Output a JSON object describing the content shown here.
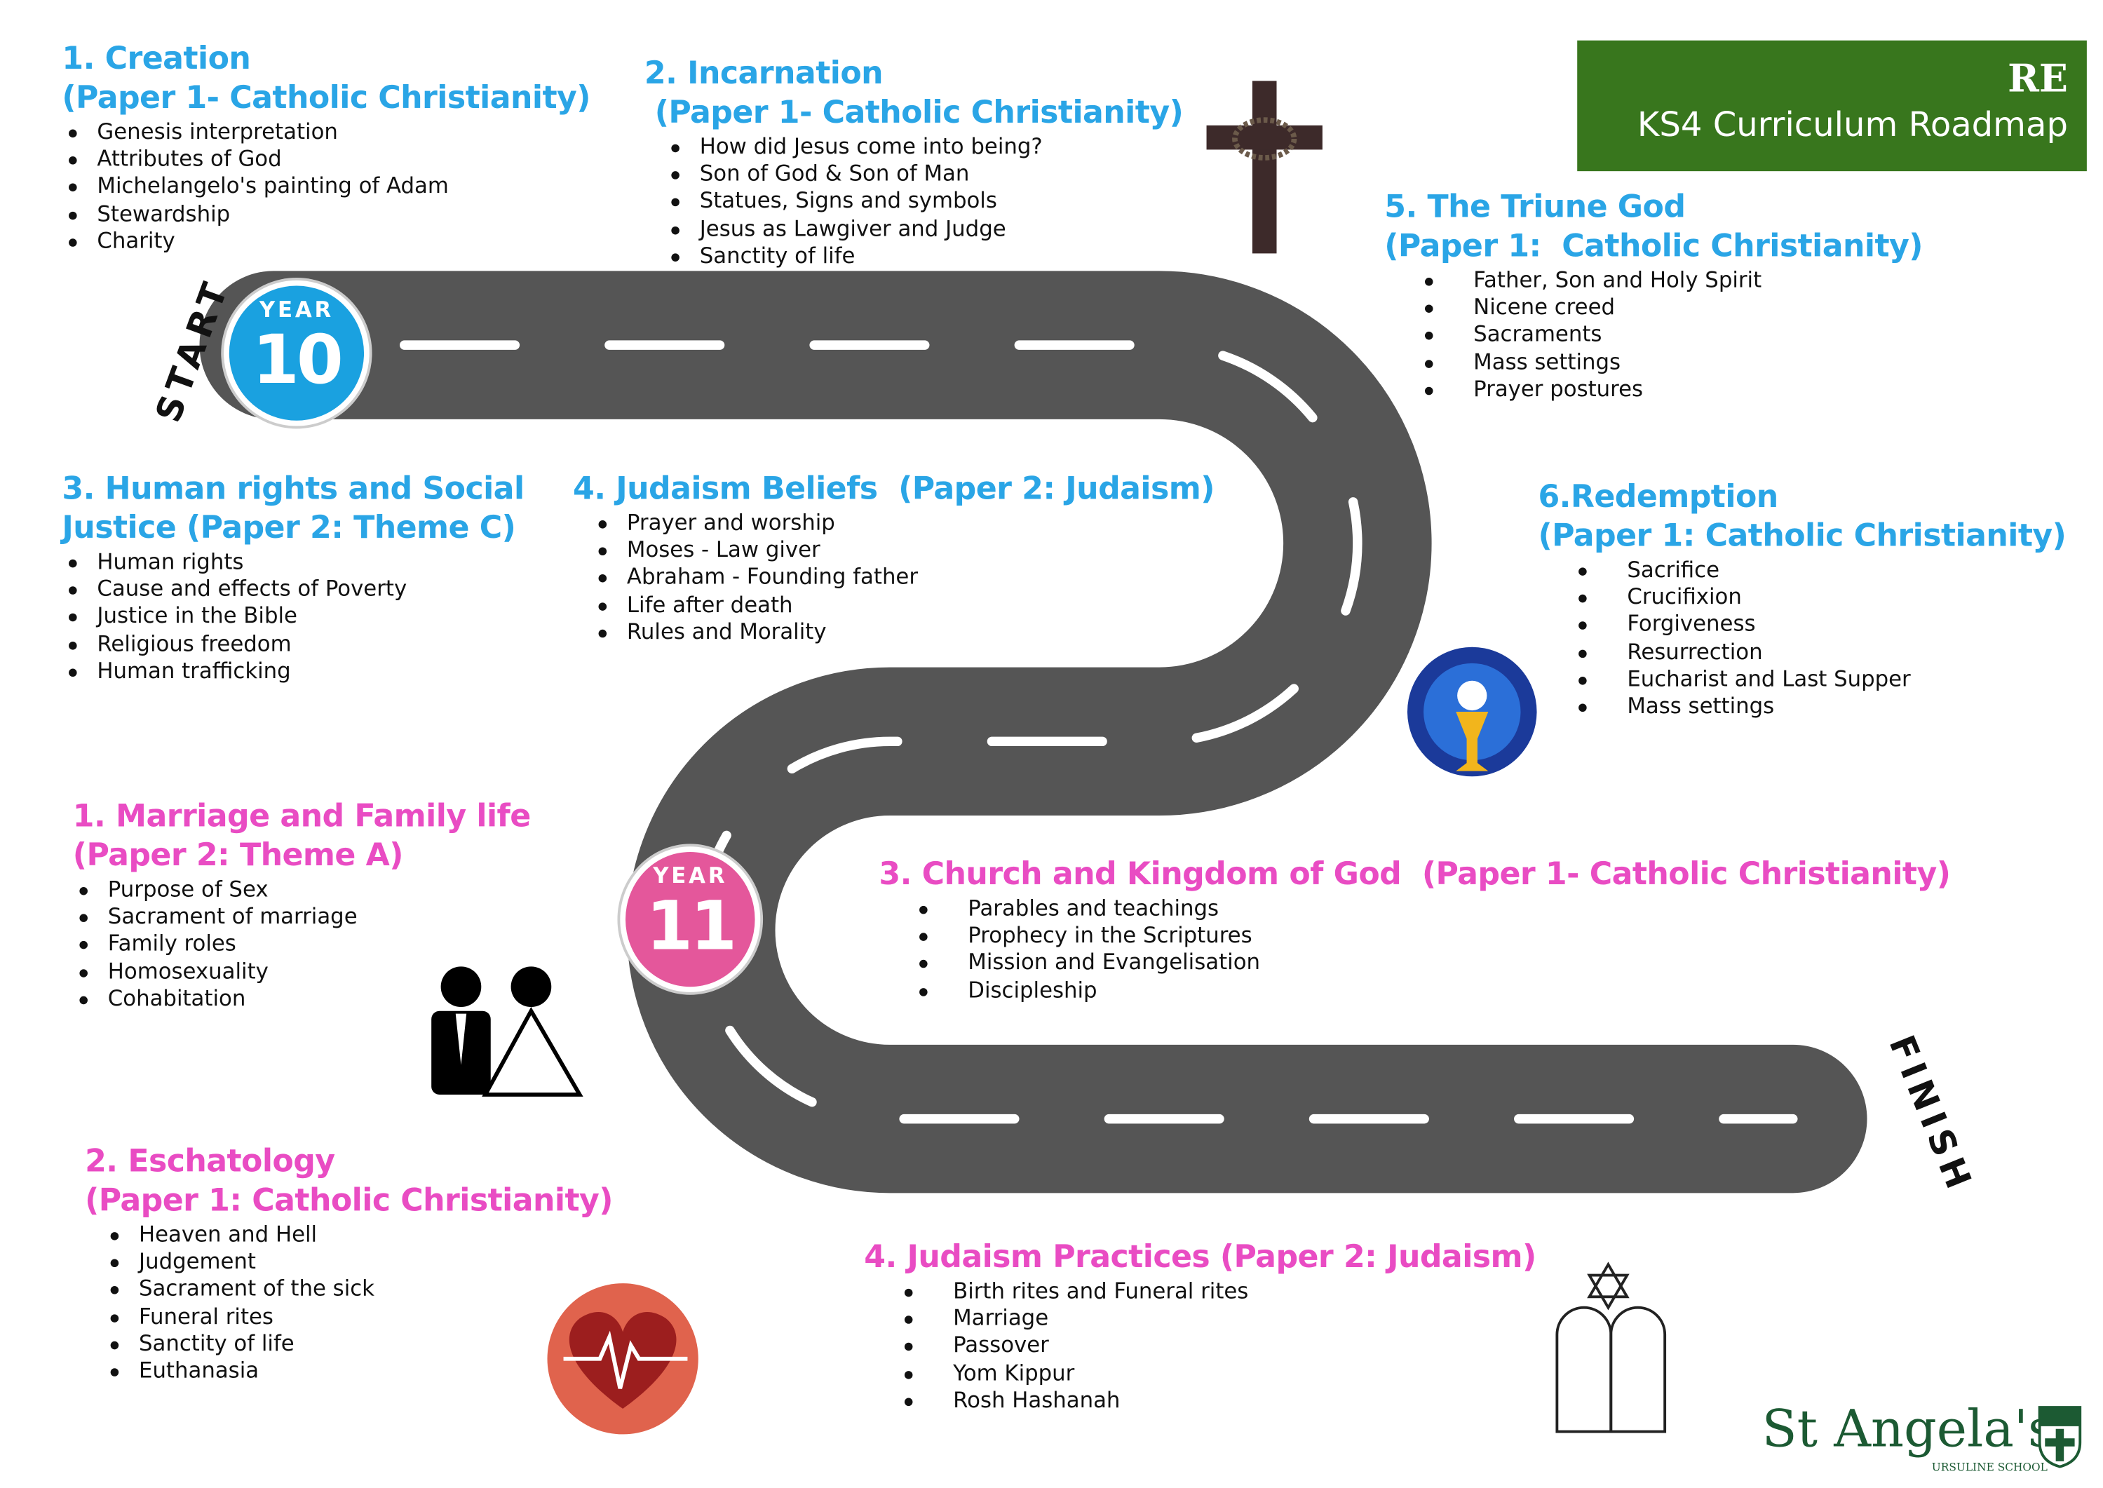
{
  "title": {
    "subject": "RE",
    "subtitle": "KS4  Curriculum Roadmap",
    "bg_color": "#38761d"
  },
  "road": {
    "start_label": "START",
    "finish_label": "FINISH",
    "year10": {
      "word": "YEAR",
      "number": "10",
      "color": "#1aa1e0"
    },
    "year11": {
      "word": "YEAR",
      "number": "11",
      "color": "#e4579b"
    }
  },
  "colors": {
    "year10_heading": "#2aa5e6",
    "year11_heading": "#e94cc3",
    "road": "#555555"
  },
  "year10": [
    {
      "heading": [
        "1. Creation",
        "(Paper 1- Catholic Christianity)"
      ],
      "items": [
        "Genesis interpretation",
        "Attributes of God",
        "Michelangelo's painting of Adam",
        "Stewardship",
        "Charity"
      ]
    },
    {
      "heading": [
        "2. Incarnation",
        " (Paper 1- Catholic Christianity)"
      ],
      "items": [
        "How did Jesus come into being?",
        "Son of God & Son of Man",
        "Statues, Signs and symbols",
        "Jesus as Lawgiver and Judge",
        "Sanctity of life"
      ]
    },
    {
      "heading": [
        "5. The Triune God",
        "(Paper 1:  Catholic Christianity)"
      ],
      "items": [
        "Father, Son and Holy Spirit",
        "Nicene creed",
        "Sacraments",
        "Mass settings",
        "Prayer postures"
      ]
    },
    {
      "heading": [
        "3. Human rights and Social",
        "Justice (Paper 2: Theme C)"
      ],
      "items": [
        "Human rights",
        "Cause and effects of Poverty",
        "Justice in the Bible",
        "Religious freedom",
        "Human trafficking"
      ]
    },
    {
      "heading": [
        "4. Judaism Beliefs  (Paper 2: Judaism)"
      ],
      "items": [
        "Prayer and worship",
        "Moses - Law giver",
        "Abraham - Founding father",
        "Life after death",
        "Rules and Morality"
      ]
    },
    {
      "heading": [
        "6.Redemption",
        "(Paper 1: Catholic Christianity)"
      ],
      "items": [
        "Sacrifice",
        "Crucifixion",
        "Forgiveness",
        "Resurrection",
        "Eucharist and Last Supper",
        "Mass settings"
      ]
    }
  ],
  "year11": [
    {
      "heading": [
        "1. Marriage and Family life",
        "(Paper 2: Theme A)"
      ],
      "items": [
        "Purpose of Sex",
        "Sacrament of marriage",
        "Family roles",
        "Homosexuality",
        "Cohabitation"
      ]
    },
    {
      "heading": [
        "3. Church and Kingdom of God  (Paper 1- Catholic Christianity)"
      ],
      "items": [
        "Parables and teachings",
        "Prophecy in the Scriptures",
        "Mission and Evangelisation",
        "Discipleship"
      ]
    },
    {
      "heading": [
        "2. Eschatology",
        "(Paper 1: Catholic Christianity)"
      ],
      "items": [
        "Heaven and Hell",
        "Judgement",
        "Sacrament of the sick",
        "Funeral rites",
        "Sanctity of life",
        "Euthanasia"
      ]
    },
    {
      "heading": [
        "4. Judaism Practices (Paper 2: Judaism)"
      ],
      "items": [
        "Birth rites and Funeral rites",
        "Marriage",
        "Passover",
        "Yom Kippur",
        "Rosh Hashanah"
      ]
    }
  ],
  "logo": {
    "name": "St Angela's",
    "tagline": "URSULINE SCHOOL"
  }
}
